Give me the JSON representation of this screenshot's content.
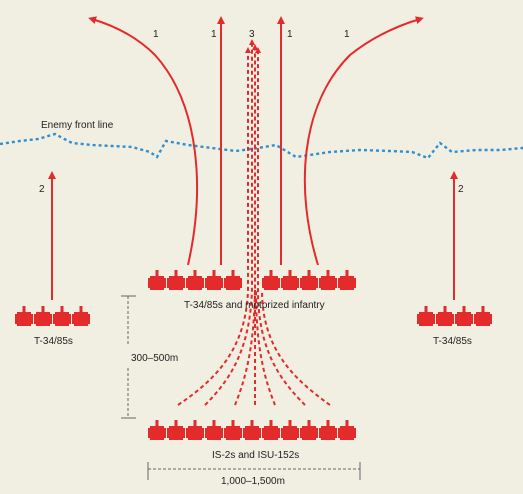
{
  "front_line_label": "Enemy front line",
  "main_group_label": "T-34/85s and motorized infantry",
  "left_flank_label": "T-34/85s",
  "right_flank_label": "T-34/85s",
  "heavy_group_label": "IS-2s and ISU-152s",
  "depth_label": "300–500m",
  "width_label": "1,000–1,500m",
  "arrow_numbers": {
    "outer_left": "1",
    "inner_left": "1",
    "center": "3",
    "inner_right": "1",
    "outer_right": "1",
    "flank_left": "2",
    "flank_right": "2"
  },
  "colors": {
    "background": "#f1eee2",
    "tank": "#e32b2b",
    "arrow": "#e32b2b",
    "front_line": "#2f8fd0",
    "dimension": "#666666"
  }
}
